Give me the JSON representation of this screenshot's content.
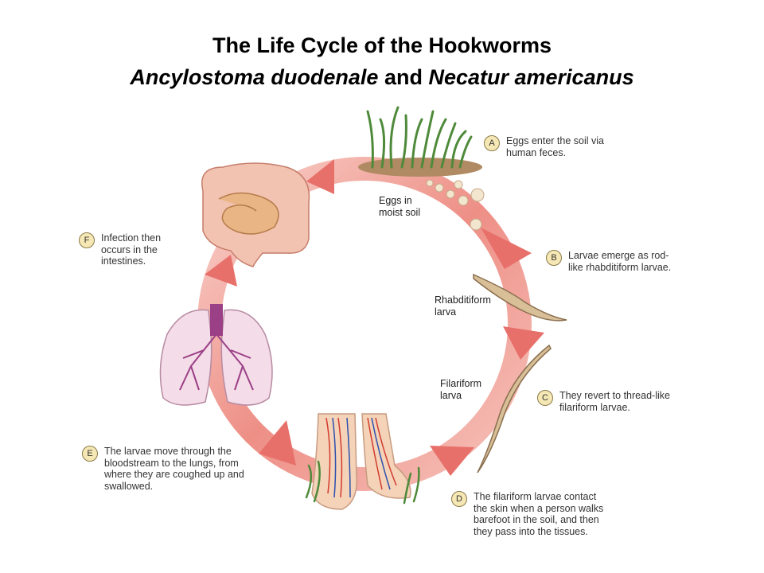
{
  "title": {
    "line1": "The Life Cycle of the Hookworms",
    "species1": "Ancylostoma duodenale",
    "conj": " and ",
    "species2": "Necatur americanus"
  },
  "steps": [
    {
      "letter": "A",
      "text": "Eggs enter the soil via human feces."
    },
    {
      "letter": "B",
      "text": "Larvae emerge as rod-like rhabditiform larvae."
    },
    {
      "letter": "C",
      "text": "They revert to thread-like filariform larvae."
    },
    {
      "letter": "D",
      "text": "The filariform larvae contact the skin when a person walks barefoot in the soil, and then they pass into the tissues."
    },
    {
      "letter": "E",
      "text": "The larvae move through the bloodstream to the lungs, from where they are coughed up and swallowed."
    },
    {
      "letter": "F",
      "text": "Infection then occurs in the intestines."
    }
  ],
  "labels": {
    "eggs": "Eggs in moist soil",
    "rhabditiform": "Rhabditiform larva",
    "filariform": "Filariform larva"
  },
  "colors": {
    "arrow": "#e8706a",
    "arrow_light": "#f7c9c2",
    "badge": "#f6e8b4"
  }
}
